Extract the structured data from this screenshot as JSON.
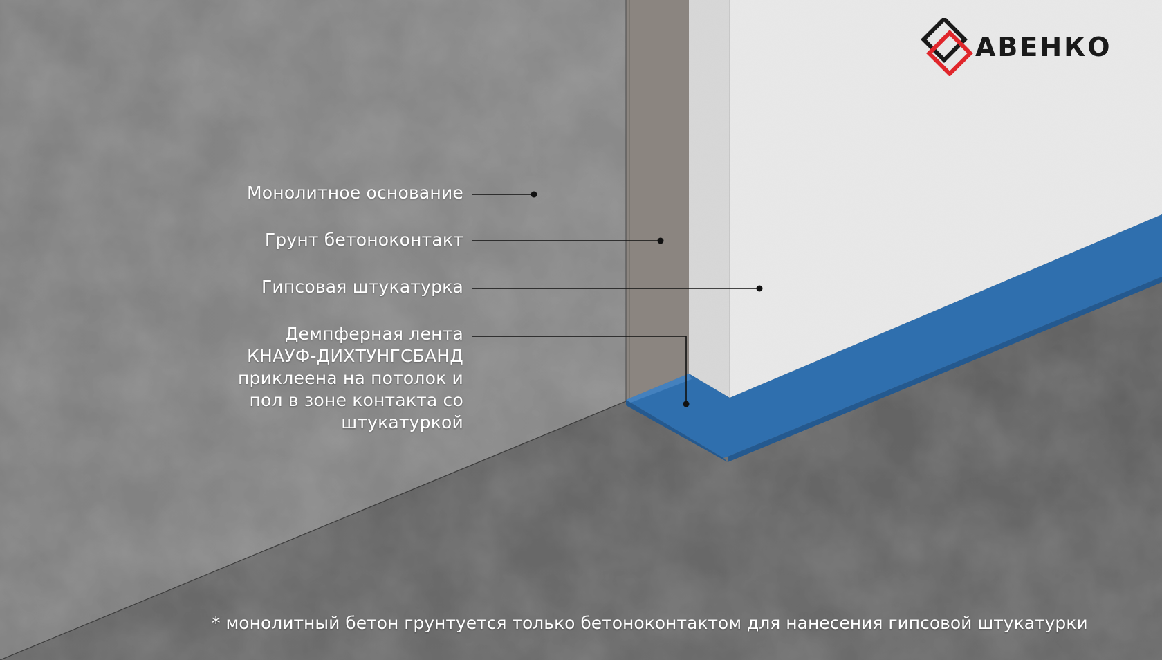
{
  "labels": {
    "base": "Монолитное основание",
    "primer": "Грунт бетоноконтакт",
    "plaster": "Гипсовая штукатурка",
    "tape_lines": [
      "Демпферная лента",
      "КНАУФ-ДИХТУНГСБАНД",
      "приклеена на потолок и",
      "пол в зоне контакта со",
      "штукатуркой"
    ]
  },
  "footnote": "* монолитный бетон грунтуется только бетоноконтактом для нанесения гипсовой штукатурки",
  "brand": {
    "name": "АВЕНКО",
    "mark_colors": [
      "#1a1a1a",
      "#e0262b"
    ]
  },
  "colors": {
    "concrete": "#7c7c7c",
    "primer": "#8f8a85",
    "plaster": "#e6e6e6",
    "tape": "#2f6fae",
    "text": "#ffffff",
    "leader": "#111111"
  }
}
